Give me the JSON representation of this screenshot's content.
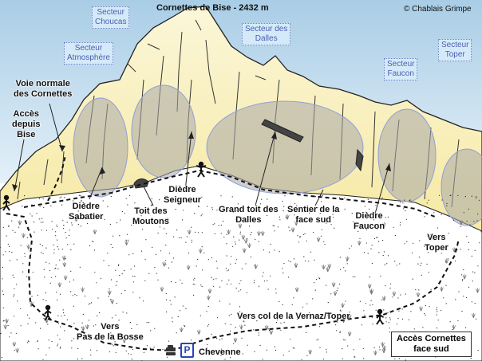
{
  "title": "Cornettes de Bise - 2432 m",
  "credit": "© Chablais Grimpe",
  "sectors": {
    "choucas": "Secteur\nChoucas",
    "dalles": "Secteur des\nDalles",
    "atmosphere": "Secteur\nAtmosphère",
    "faucon": "Secteur\nFaucon",
    "toper": "Secteur\nToper"
  },
  "labels": {
    "voie_normale": "Voie normale\ndes Cornettes",
    "acces_bise": "Accès\ndepuis\nBise",
    "diedre_sabatier": "Dièdre\nSabatier",
    "toit_moutons": "Toit des\nMoutons",
    "diedre_seigneur": "Dièdre\nSeigneur",
    "grand_toit_dalles": "Grand toit des\nDalles",
    "sentier_face_sud": "Sentier de la\nface sud",
    "diedre_faucon": "Dièdre\nFaucon",
    "vers_toper": "Vers\nToper",
    "vers_pas_bosse": "Vers\nPas de la Bosse",
    "vers_col_vernaz": "Vers col de la Vernaz/Toper",
    "chevenne": "Chevenne",
    "acces_cornettes": "Accès Cornettes\nface sud",
    "parking": "P"
  },
  "colors": {
    "sky": "#bcd9ee",
    "rock": "#f7eeb2",
    "sector_fill": "#b3b3b3",
    "sector_border": "#8f9ed8",
    "trail": "#111111",
    "parking": "#2a45b8"
  },
  "icons": [
    "hiker-icon",
    "parking-icon",
    "car-icon",
    "climber-icon",
    "roof-icon"
  ]
}
